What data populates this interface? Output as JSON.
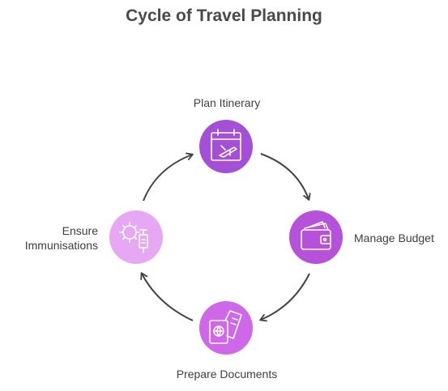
{
  "title": "Cycle of Travel Planning",
  "steps": [
    {
      "label": "Plan Itinerary",
      "icon": "calendar-plane-icon",
      "color": "#a34fd6"
    },
    {
      "label": "Manage Budget",
      "icon": "wallet-icon",
      "color": "#b651d9"
    },
    {
      "label": "Prepare Documents",
      "icon": "passport-ticket-icon",
      "color": "#cf68e8"
    },
    {
      "label_line1": "Ensure",
      "label_line2": "Immunisations",
      "icon": "virus-vaccine-icon",
      "color": "#e7a8f3"
    }
  ],
  "arrow_color": "#444444"
}
